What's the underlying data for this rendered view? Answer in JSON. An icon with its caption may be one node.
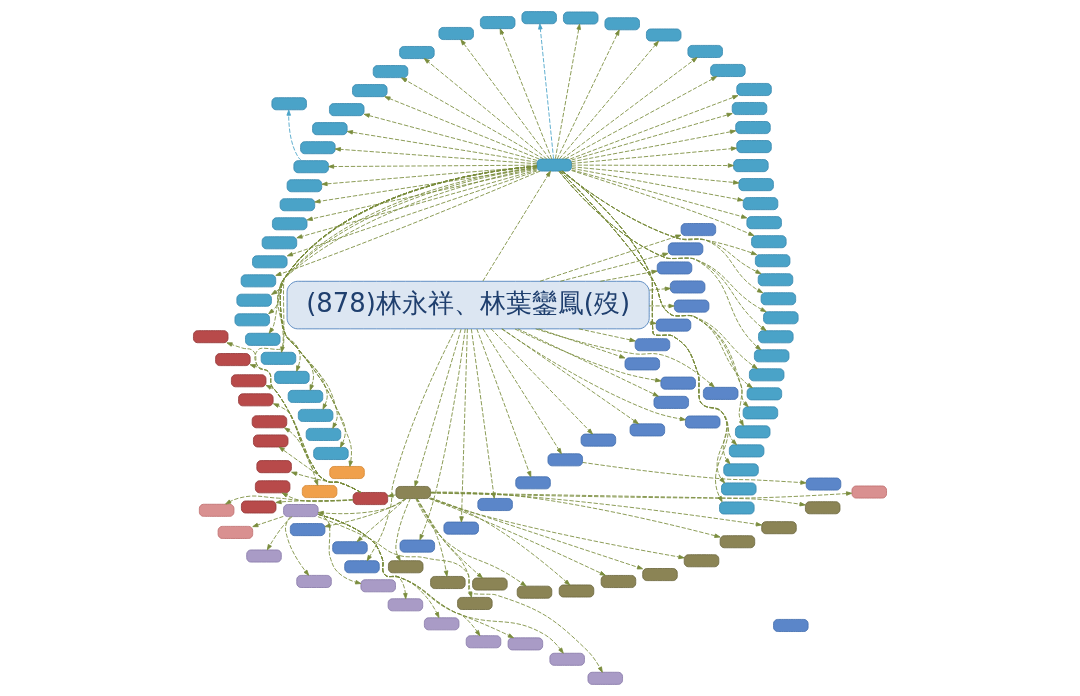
{
  "diagram": {
    "nodes": [
      {
        "text": [
          "(878)林永祥、林葉鑾鳳(歿)"
        ]
      },
      {
        "text": [],
        "shape": "box"
      },
      {
        "text": [],
        "shape": "box"
      },
      {
        "text": [],
        "shape": "box"
      },
      {
        "text": [],
        "shape": "box"
      },
      {
        "text": [],
        "shape": "box"
      },
      {
        "text": [],
        "shape": "box"
      },
      {
        "text": [],
        "shape": "box"
      },
      {
        "text": [],
        "shape": "box"
      },
      {
        "text": [],
        "shape": "box"
      },
      {
        "text": [],
        "shape": "box"
      },
      {
        "text": [],
        "shape": "box"
      },
      {
        "text": [],
        "shape": "box"
      },
      {
        "text": [],
        "shape": "box"
      },
      {
        "text": [],
        "shape": "box"
      },
      {
        "text": [],
        "shape": "box"
      },
      {
        "text": [],
        "shape": "box"
      },
      {
        "text": [],
        "shape": "box"
      },
      {
        "text": [],
        "shape": "box"
      },
      {
        "text": [],
        "shape": "box"
      },
      {
        "text": [],
        "shape": "box"
      },
      {
        "text": [],
        "shape": "box"
      },
      {
        "text": [],
        "shape": "box"
      },
      {
        "text": [],
        "shape": "box"
      },
      {
        "text": [],
        "shape": "box"
      },
      {
        "text": [],
        "shape": "box"
      },
      {
        "text": [],
        "shape": "box"
      },
      {
        "text": [],
        "shape": "box"
      },
      {
        "text": [],
        "shape": "box"
      },
      {
        "text": [],
        "shape": "box"
      },
      {
        "text": [],
        "shape": "box"
      },
      {
        "text": [],
        "shape": "box"
      },
      {
        "text": [],
        "shape": "box"
      },
      {
        "text": [],
        "shape": "box"
      },
      {
        "text": [],
        "shape": "box"
      },
      {
        "text": [],
        "shape": "box"
      },
      {
        "text": [],
        "shape": "box"
      },
      {
        "text": [],
        "shape": "box"
      },
      {
        "text": [],
        "shape": "box"
      },
      {
        "text": [],
        "shape": "box"
      },
      {
        "text": [],
        "shape": "box"
      },
      {
        "text": [],
        "shape": "box"
      },
      {
        "text": [],
        "shape": "box"
      },
      {
        "text": [],
        "shape": "box"
      },
      {
        "text": [],
        "shape": "box"
      },
      {
        "text": [],
        "shape": "box"
      },
      {
        "text": [],
        "shape": "box"
      },
      {
        "text": [],
        "shape": "box"
      },
      {
        "text": [],
        "shape": "box"
      },
      {
        "text": [],
        "shape": "box"
      },
      {
        "text": [],
        "shape": "box"
      },
      {
        "text": [],
        "shape": "box"
      },
      {
        "text": [],
        "shape": "box"
      },
      {
        "text": [],
        "shape": "box"
      },
      {
        "text": [],
        "shape": "box"
      },
      {
        "text": [],
        "shape": "box"
      },
      {
        "text": [],
        "shape": "box"
      },
      {
        "text": [],
        "shape": "box"
      },
      {
        "text": [],
        "shape": "box"
      },
      {
        "text": [],
        "shape": "box"
      },
      {
        "text": [],
        "shape": "box"
      },
      {
        "text": [],
        "shape": "box"
      },
      {
        "text": [],
        "shape": "box"
      },
      {
        "text": [],
        "shape": "box"
      },
      {
        "text": [],
        "shape": "box"
      },
      {
        "text": [],
        "shape": "box"
      },
      {
        "text": [],
        "shape": "box"
      },
      {
        "text": [],
        "shape": "box"
      },
      {
        "text": [],
        "shape": "box"
      },
      {
        "text": [],
        "shape": "box"
      },
      {
        "text": [],
        "shape": "box"
      },
      {
        "text": [],
        "shape": "box"
      },
      {
        "text": [],
        "shape": "box"
      },
      {
        "text": [],
        "shape": "box"
      },
      {
        "text": [],
        "shape": "box"
      },
      {
        "text": [],
        "shape": "box"
      },
      {
        "text": [],
        "shape": "box"
      },
      {
        "text": [],
        "shape": "box"
      },
      {
        "text": [],
        "shape": "box"
      },
      {
        "text": [],
        "shape": "box"
      },
      {
        "text": [],
        "shape": "box"
      },
      {
        "text": [],
        "shape": "box"
      },
      {
        "text": [],
        "shape": "box"
      },
      {
        "text": [],
        "shape": "box"
      },
      {
        "text": [],
        "shape": "box"
      },
      {
        "text": [],
        "shape": "box"
      },
      {
        "text": [],
        "shape": "box"
      },
      {
        "text": [],
        "shape": "box"
      },
      {
        "text": [],
        "shape": "box"
      },
      {
        "text": [],
        "shape": "box"
      },
      {
        "text": [],
        "shape": "box"
      },
      {
        "text": [],
        "shape": "box"
      },
      {
        "text": [],
        "shape": "box"
      },
      {
        "text": [],
        "shape": "box"
      },
      {
        "text": [],
        "shape": "box"
      },
      {
        "text": [],
        "shape": "box"
      },
      {
        "text": [],
        "shape": "box"
      },
      {
        "text": [],
        "shape": "box"
      },
      {
        "text": [],
        "shape": "box"
      },
      {
        "text": [],
        "shape": "box"
      },
      {
        "text": [],
        "shape": "box"
      },
      {
        "text": [],
        "shape": "box"
      },
      {
        "text": [],
        "shape": "box"
      },
      {
        "text": [],
        "shape": "box"
      },
      {
        "text": [],
        "shape": "box"
      },
      {
        "text": [],
        "shape": "box"
      },
      {
        "text": [],
        "shape": "box"
      },
      {
        "text": [],
        "shape": "box"
      },
      {
        "text": [],
        "shape": "box"
      },
      {
        "text": [],
        "shape": "box"
      },
      {
        "text": [],
        "shape": "box"
      },
      {
        "text": [],
        "shape": "box"
      },
      {
        "text": [],
        "shape": "box"
      },
      {
        "text": [],
        "shape": "box"
      },
      {
        "text": [],
        "shape": "box"
      },
      {
        "text": [],
        "shape": "box"
      },
      {
        "text": [],
        "shape": "box"
      },
      {
        "text": [],
        "shape": "box"
      }
    ],
    "edges": [
      {
        "from": 0,
        "to": 1,
        "arrow": "to",
        "style": "dashed"
      },
      {
        "from": 0,
        "to": 2,
        "arrow": "to",
        "style": "dashed"
      },
      {
        "from": 0,
        "to": 62,
        "arrow": "to",
        "style": "dashed"
      },
      {
        "from": 0,
        "to": 63,
        "arrow": "to",
        "style": "dashed"
      },
      {
        "from": 0,
        "to": 64,
        "arrow": "to",
        "style": "dashed"
      },
      {
        "from": 0,
        "to": 65,
        "arrow": "to",
        "style": "dashed"
      },
      {
        "from": 0,
        "to": 66,
        "arrow": "to",
        "style": "dashed"
      },
      {
        "from": 0,
        "to": 67,
        "arrow": "to",
        "style": "dashed"
      },
      {
        "from": 0,
        "to": 68,
        "arrow": "to",
        "style": "dashed"
      },
      {
        "from": 0,
        "to": 69,
        "arrow": "to",
        "style": "dashed"
      },
      {
        "from": 0,
        "to": 70,
        "arrow": "to",
        "style": "dashed"
      },
      {
        "from": 0,
        "to": 71,
        "arrow": "to",
        "style": "dashed"
      },
      {
        "from": 0,
        "to": 72,
        "arrow": "to",
        "style": "dashed"
      },
      {
        "from": 0,
        "to": 73,
        "arrow": "to",
        "style": "dashed"
      },
      {
        "from": 0,
        "to": 74,
        "arrow": "to",
        "style": "dashed"
      },
      {
        "from": 0,
        "to": 75,
        "arrow": "to",
        "style": "dashed"
      },
      {
        "from": 0,
        "to": 76,
        "arrow": "to",
        "style": "dashed"
      },
      {
        "from": 0,
        "to": 77,
        "arrow": "to",
        "style": "dashed"
      },
      {
        "from": 0,
        "to": 78,
        "arrow": "to",
        "style": "dashed"
      },
      {
        "from": 0,
        "to": 79,
        "arrow": "to",
        "style": "dashed"
      },
      {
        "from": 0,
        "to": 80,
        "arrow": "to",
        "style": "dashed"
      },
      {
        "from": 0,
        "to": 82,
        "arrow": "to",
        "style": "dashed"
      },
      {
        "from": 67,
        "to": 83,
        "arrow": "to",
        "style": "dashed"
      },
      {
        "from": 2,
        "to": 61,
        "arrow": "to",
        "style": "dashed"
      },
      {
        "from": 2,
        "to": 84,
        "arrow": "to",
        "style": "dashed"
      },
      {
        "from": 2,
        "to": 3,
        "arrow": "to",
        "style": "dashed"
      },
      {
        "from": 2,
        "to": 4,
        "arrow": "to",
        "style": "dashed"
      },
      {
        "from": 2,
        "to": 85,
        "arrow": "to",
        "style": "dashed"
      },
      {
        "from": 2,
        "to": 86,
        "arrow": "to",
        "style": "dashed"
      },
      {
        "from": 2,
        "to": 87,
        "arrow": "to",
        "style": "dashed"
      },
      {
        "from": 2,
        "to": 88,
        "arrow": "to",
        "style": "dashed"
      },
      {
        "from": 2,
        "to": 89,
        "arrow": "to",
        "style": "dashed"
      },
      {
        "from": 2,
        "to": 90,
        "arrow": "to",
        "style": "dashed"
      },
      {
        "from": 2,
        "to": 91,
        "arrow": "to",
        "style": "dashed"
      },
      {
        "from": 2,
        "to": 92,
        "arrow": "to",
        "style": "dashed"
      },
      {
        "from": 2,
        "to": 93,
        "arrow": "to",
        "style": "dashed"
      },
      {
        "from": 2,
        "to": 94,
        "arrow": "to",
        "style": "dashed"
      },
      {
        "from": 2,
        "to": 95,
        "arrow": "to",
        "style": "dashed"
      },
      {
        "from": 2,
        "to": 96,
        "arrow": "to",
        "style": "dashed"
      },
      {
        "from": 2,
        "to": 108,
        "arrow": "to",
        "style": "dashed"
      },
      {
        "from": 3,
        "to": 97,
        "arrow": "to",
        "style": "dashed"
      },
      {
        "from": 3,
        "to": 98,
        "arrow": "to",
        "style": "dashed"
      },
      {
        "from": 3,
        "to": 99,
        "arrow": "to",
        "style": "dashed"
      },
      {
        "from": 3,
        "to": 100,
        "arrow": "to",
        "style": "dashed"
      },
      {
        "from": 3,
        "to": 101,
        "arrow": "to",
        "style": "dashed"
      },
      {
        "from": 3,
        "to": 102,
        "arrow": "to",
        "style": "dashed"
      },
      {
        "from": 3,
        "to": 103,
        "arrow": "to",
        "style": "dashed"
      },
      {
        "from": 3,
        "to": 104,
        "arrow": "to",
        "style": "dashed"
      },
      {
        "from": 3,
        "to": 105,
        "arrow": "to",
        "style": "dashed"
      },
      {
        "from": 3,
        "to": 106,
        "arrow": "to",
        "style": "dashed"
      },
      {
        "from": 4,
        "to": 107,
        "arrow": "to",
        "style": "dashed"
      },
      {
        "from": 4,
        "to": 109,
        "arrow": "to",
        "style": "dashed"
      },
      {
        "from": 4,
        "to": 110,
        "arrow": "to",
        "style": "dashed"
      },
      {
        "from": 4,
        "to": 111,
        "arrow": "to",
        "style": "dashed"
      },
      {
        "from": 4,
        "to": 112,
        "arrow": "to",
        "style": "dashed"
      },
      {
        "from": 4,
        "to": 113,
        "arrow": "to",
        "style": "dashed"
      },
      {
        "from": 4,
        "to": 114,
        "arrow": "to",
        "style": "dashed"
      },
      {
        "from": 4,
        "to": 115,
        "arrow": "to",
        "style": "dashed"
      },
      {
        "from": 4,
        "to": 116,
        "arrow": "to",
        "style": "dashed"
      },
      {
        "from": 4,
        "to": 117,
        "arrow": "to",
        "style": "dashed"
      },
      {
        "from": 1,
        "to": 5,
        "arrow": "to",
        "style": "dashed"
      },
      {
        "from": 1,
        "to": 6,
        "arrow": "to",
        "style": "dashed"
      },
      {
        "from": 1,
        "to": 7,
        "arrow": "to",
        "style": "dashed"
      },
      {
        "from": 1,
        "to": 8,
        "arrow": "to",
        "style": "dashed"
      },
      {
        "from": 1,
        "to": 9,
        "arrow": "to",
        "style": "dashed"
      },
      {
        "from": 1,
        "to": 10,
        "arrow": "to",
        "style": "dashed"
      },
      {
        "from": 1,
        "to": 11,
        "arrow": "to",
        "style": "dashed"
      },
      {
        "from": 1,
        "to": 12,
        "arrow": "to",
        "style": "dashed"
      },
      {
        "from": 1,
        "to": 13,
        "arrow": "to",
        "style": "dashed"
      },
      {
        "from": 1,
        "to": 14,
        "arrow": "to",
        "style": "dashed"
      },
      {
        "from": 1,
        "to": 15,
        "arrow": "to",
        "style": "dashed"
      },
      {
        "from": 1,
        "to": 16,
        "arrow": "to",
        "style": "dashed"
      },
      {
        "from": 1,
        "to": 17,
        "arrow": "to",
        "style": "dashed"
      },
      {
        "from": 1,
        "to": 18,
        "arrow": "to",
        "style": "dashed"
      },
      {
        "from": 1,
        "to": 19,
        "arrow": "to",
        "style": "dashed"
      },
      {
        "from": 1,
        "to": 20,
        "arrow": "to",
        "style": "dashed"
      },
      {
        "from": 1,
        "to": 21,
        "arrow": "to",
        "style": "dashed"
      },
      {
        "from": 1,
        "to": 22,
        "arrow": "to",
        "style": "dashed"
      },
      {
        "from": 1,
        "to": 23,
        "arrow": "to",
        "style": "dashed"
      },
      {
        "from": 1,
        "to": 24,
        "arrow": "to",
        "style": "dashed"
      },
      {
        "from": 1,
        "to": 25,
        "arrow": "to",
        "style": "dashed"
      },
      {
        "from": 1,
        "to": 26,
        "arrow": "to",
        "style": "dashed"
      },
      {
        "from": 1,
        "to": 27,
        "arrow": "to",
        "style": "dashed"
      },
      {
        "from": 1,
        "to": 28,
        "arrow": "to",
        "style": "dashed"
      },
      {
        "from": 1,
        "to": 29,
        "arrow": "to",
        "style": "dashed"
      },
      {
        "from": 1,
        "to": 30,
        "arrow": "to",
        "style": "dashed"
      },
      {
        "from": 1,
        "to": 31,
        "arrow": "to",
        "style": "dashed"
      },
      {
        "from": 1,
        "to": 32,
        "arrow": "to",
        "style": "dashed"
      },
      {
        "from": 1,
        "to": 33,
        "arrow": "to",
        "style": "dashed",
        "color": "#4aa3c8"
      },
      {
        "from": 1,
        "to": 34,
        "arrow": "to",
        "style": "dashed"
      },
      {
        "from": 1,
        "to": 35,
        "arrow": "to",
        "style": "dashed"
      },
      {
        "from": 1,
        "to": 36,
        "arrow": "to",
        "style": "dashed"
      },
      {
        "from": 1,
        "to": 37,
        "arrow": "to",
        "style": "dashed"
      },
      {
        "from": 1,
        "to": 38,
        "arrow": "to",
        "style": "dashed"
      },
      {
        "from": 1,
        "to": 39,
        "arrow": "to",
        "style": "dashed"
      },
      {
        "from": 1,
        "to": 40,
        "arrow": "to",
        "style": "dashed"
      },
      {
        "from": 1,
        "to": 41,
        "arrow": "to",
        "style": "dashed"
      },
      {
        "from": 43,
        "to": 42,
        "arrow": "to",
        "style": "dashed",
        "color": "#4aa3c8"
      },
      {
        "from": 1,
        "to": 43,
        "arrow": "to",
        "style": "dashed"
      },
      {
        "from": 1,
        "to": 44,
        "arrow": "to",
        "style": "dashed"
      },
      {
        "from": 1,
        "to": 45,
        "arrow": "to",
        "style": "dashed"
      },
      {
        "from": 1,
        "to": 46,
        "arrow": "to",
        "style": "dashed"
      },
      {
        "from": 1,
        "to": 47,
        "arrow": "to",
        "style": "dashed"
      },
      {
        "from": 1,
        "to": 48,
        "arrow": "to",
        "style": "dashed"
      },
      {
        "from": 1,
        "to": 49,
        "arrow": "to",
        "style": "dashed"
      },
      {
        "from": 1,
        "to": 50,
        "arrow": "to",
        "style": "dashed"
      },
      {
        "from": 1,
        "to": 51,
        "arrow": "to",
        "style": "dashed"
      },
      {
        "from": 1,
        "to": 52,
        "arrow": "to",
        "style": "dashed"
      },
      {
        "from": 1,
        "to": 53,
        "arrow": "to",
        "style": "dashed"
      },
      {
        "from": 1,
        "to": 54,
        "arrow": "to",
        "style": "dashed"
      },
      {
        "from": 1,
        "to": 55,
        "arrow": "to",
        "style": "dashed"
      },
      {
        "from": 1,
        "to": 56,
        "arrow": "to",
        "style": "dashed"
      },
      {
        "from": 1,
        "to": 57,
        "arrow": "to",
        "style": "dashed"
      },
      {
        "from": 1,
        "to": 58,
        "arrow": "to",
        "style": "dashed"
      },
      {
        "from": 1,
        "to": 59,
        "arrow": "to",
        "style": "dashed"
      },
      {
        "from": 1,
        "to": 60,
        "arrow": "to",
        "style": "dashed"
      }
    ]
  }
}
